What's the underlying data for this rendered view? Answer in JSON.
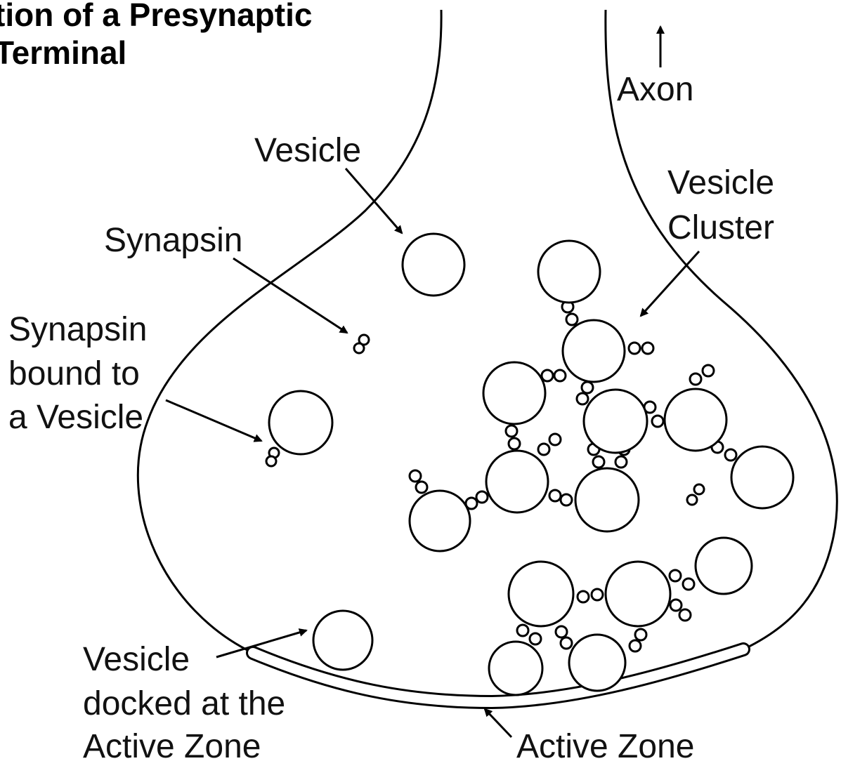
{
  "title": {
    "line1": "tion of a Presynaptic",
    "line2": "Terminal"
  },
  "labels": {
    "axon": "Axon",
    "vesicle": "Vesicle",
    "synapsin": "Synapsin",
    "vesicle_cluster_1": "Vesicle",
    "vesicle_cluster_2": "Cluster",
    "bound_1": "Synapsin",
    "bound_2": "bound to",
    "bound_3": "a Vesicle",
    "docked_1": "Vesicle",
    "docked_2": "docked at the",
    "docked_3": "Active Zone",
    "active_zone": "Active Zone"
  },
  "colors": {
    "stroke": "#000000",
    "background": "#ffffff"
  }
}
